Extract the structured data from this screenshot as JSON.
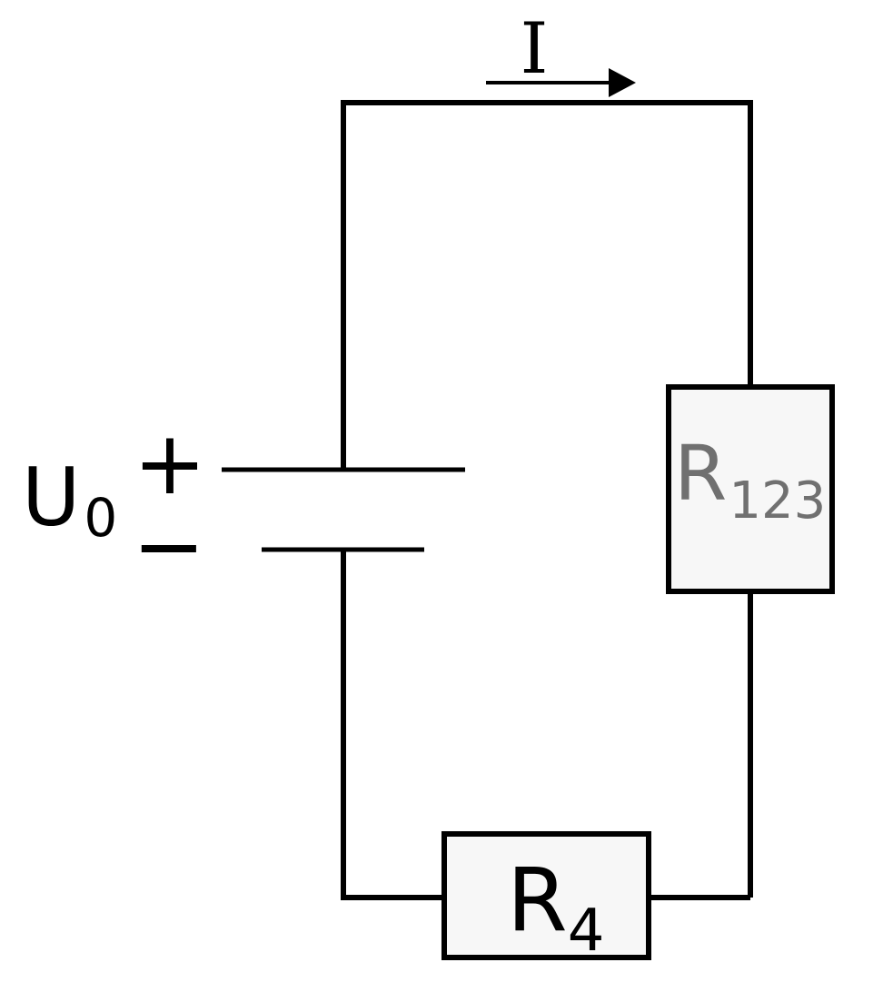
{
  "circuit": {
    "current": {
      "label": "I"
    },
    "source": {
      "symbol": "U",
      "subscript": "0",
      "plus_sign": "+",
      "minus_sign": "−"
    },
    "resistor_top": {
      "symbol": "R",
      "subscript": "123",
      "text_color": "#707070",
      "fill": "#f7f7f7"
    },
    "resistor_bottom": {
      "symbol": "R",
      "subscript": "4",
      "text_color": "#000000",
      "fill": "#f7f7f7"
    },
    "colors": {
      "wire": "#000000",
      "background": "#ffffff"
    }
  }
}
